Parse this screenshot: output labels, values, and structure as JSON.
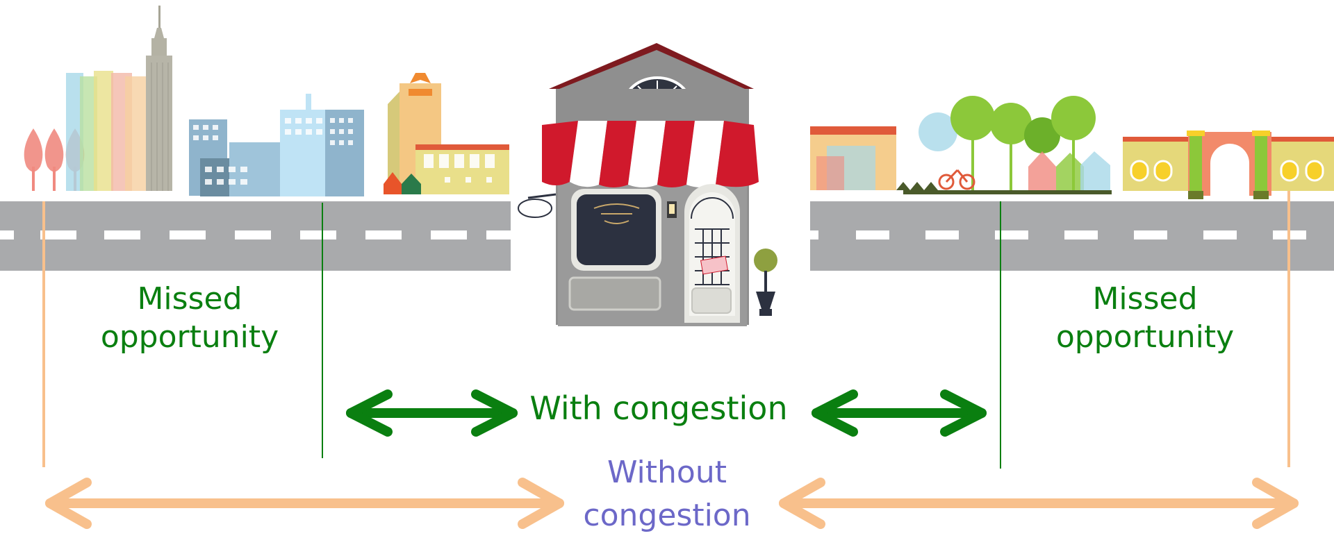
{
  "labels": {
    "missed_left_line1": "Missed",
    "missed_left_line2": "opportunity",
    "missed_right_line1": "Missed",
    "missed_right_line2": "opportunity",
    "with_congestion": "With congestion",
    "without_congestion_line1": "Without",
    "without_congestion_line2": "congestion"
  },
  "colors": {
    "congestion_green": "#0a7f10",
    "no_congestion_orange": "#f8c08c",
    "without_label_purple": "#6c68c8",
    "road_gray": "#a9aaac",
    "awning_red": "#d0192c",
    "roof_dark_red": "#7e1a1f"
  },
  "icons": [
    "city-skyline-icon",
    "store-front-icon",
    "park-scene-icon",
    "road-icon",
    "double-arrow-icon"
  ]
}
